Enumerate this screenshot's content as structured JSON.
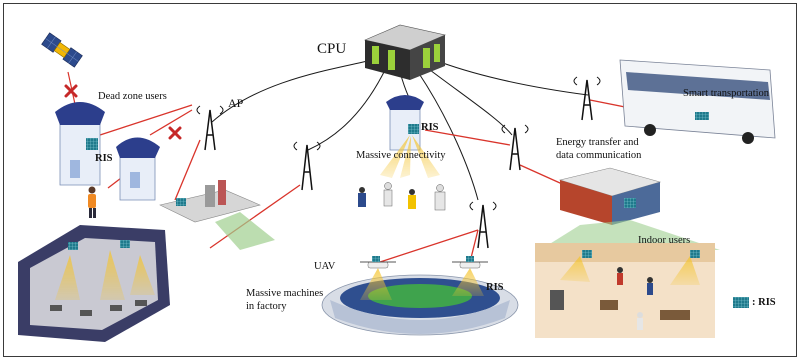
{
  "labels": {
    "cpu": "CPU",
    "ap": "AP",
    "dead_zone_users": "Dead zone users",
    "ris_left": "RIS",
    "ris_center": "RIS",
    "massive_connectivity": "Massive connectivity",
    "smart_transportation": "Smart transportation",
    "energy_transfer_line1": "Energy transfer and",
    "energy_transfer_line2": "data communication",
    "indoor_users": "Indoor users",
    "uav": "UAV",
    "ris_uav": "RIS",
    "massive_machines_line1": "Massive machines",
    "massive_machines_line2": "in factory"
  },
  "legend": {
    "text": ": RIS"
  },
  "colors": {
    "fronthaul": "#1a1a1a",
    "wireless_link": "#d9342b",
    "blocked": "#c62828",
    "ris_panel": "#1f7a8c",
    "beam": "#f4c430",
    "ground": "#9fcf8f",
    "building_roof": "#2c3e8c",
    "satellite": "#f2b705"
  }
}
